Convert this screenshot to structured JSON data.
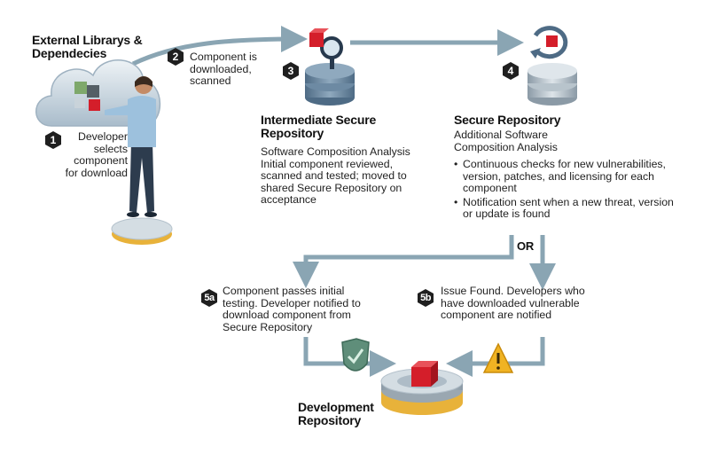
{
  "external": {
    "title": "External Librarys & Dependecies"
  },
  "steps": {
    "s1": {
      "badge": "1",
      "text": "Developer selects component for download"
    },
    "s2": {
      "badge": "2",
      "text": "Component is downloaded, scanned"
    },
    "s3": {
      "badge": "3",
      "title": "Intermediate Secure Repository",
      "text": "Software Composition Analysis Initial component reviewed, scanned and tested; moved to shared Secure Repository on acceptance"
    },
    "s4": {
      "badge": "4",
      "title": "Secure Repository",
      "subtitle": "Additional Software Composition Analysis",
      "bullets": [
        "Continuous checks for new vulnerabilities, version, patches, and licensing for each component",
        "Notification sent when a new threat, version or update is found"
      ]
    },
    "or": "OR",
    "s5a": {
      "badge": "5a",
      "text": "Component passes initial testing. Developer notified to download component from Secure Repository"
    },
    "s5b": {
      "badge": "5b",
      "text": "Issue Found. Developers who have downloaded vulnerable component are notified"
    }
  },
  "dev_repo": {
    "title": "Development Repository"
  },
  "icons": {
    "cloud": "cloud-icon",
    "developer": "developer-figure-icon",
    "scanner": "magnifier-scan-icon",
    "refresh": "refresh-cycle-icon",
    "shield": "shield-check-icon",
    "warning": "warning-triangle-icon",
    "component": "red-cube-icon"
  },
  "colors": {
    "arrow": "#8aa5b3",
    "badge": "#1f1f1f",
    "cube": "#d41e2a",
    "disk_blue": "#6d8aa3",
    "disk_light": "#d4dde3",
    "gold": "#e8b23a"
  }
}
